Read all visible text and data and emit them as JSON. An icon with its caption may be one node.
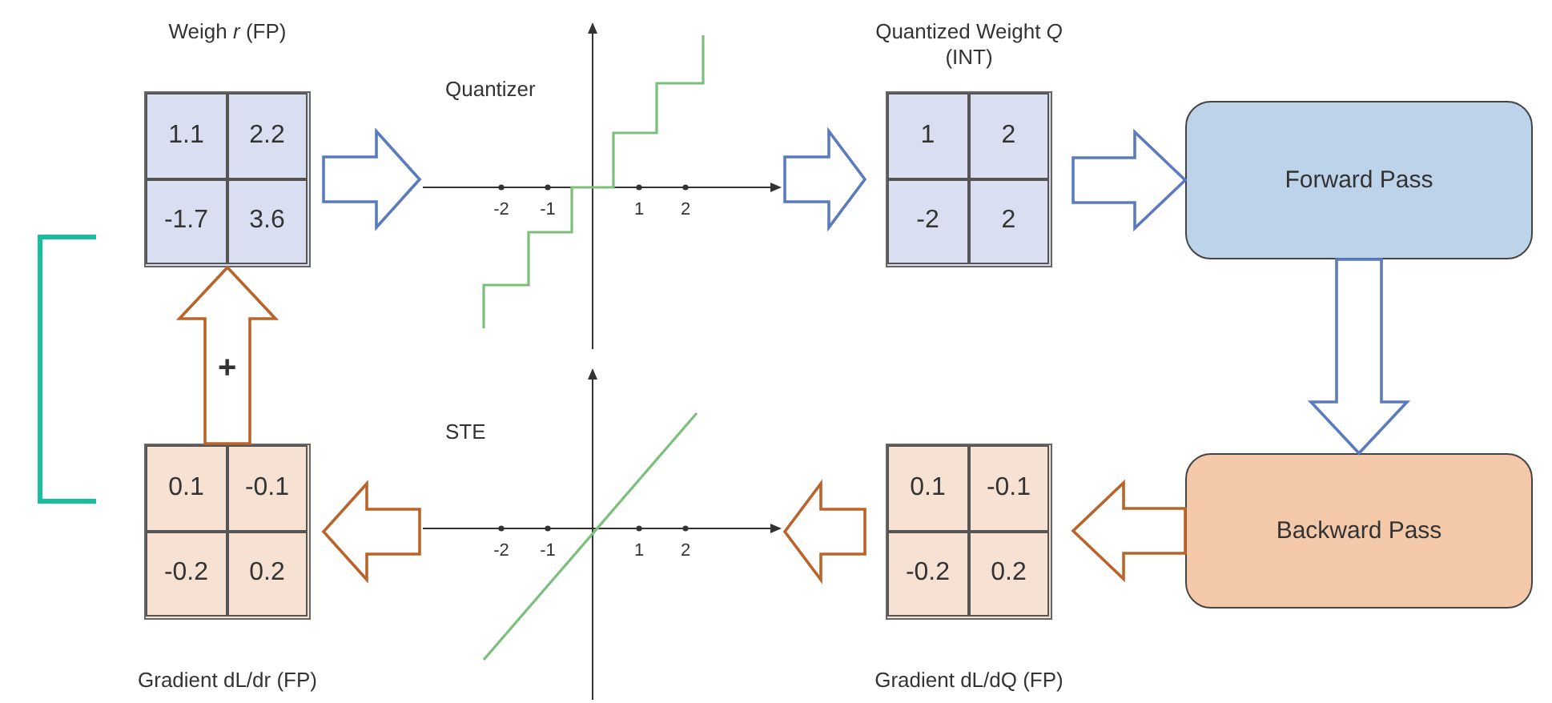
{
  "diagram": {
    "nodes": [
      {
        "text": [
          "Weigh *r* (FP)",
          "1.1",
          "2.2",
          "-1.7",
          "3.6"
        ]
      },
      {
        "text": [
          "Quantizer",
          "-2",
          "-1",
          "1",
          "2"
        ]
      },
      {
        "text": [
          "Quantized Weight *Q* (INT)",
          "1",
          "2",
          "-2",
          "2"
        ]
      },
      {
        "text": [
          "Forward Pass"
        ]
      },
      {
        "text": [
          "Backward Pass"
        ]
      },
      {
        "text": [
          "0.1",
          "-0.1",
          "-0.2",
          "0.2",
          "Gradient dL/dQ (FP)"
        ]
      },
      {
        "text": [
          "STE",
          "-2",
          "-1",
          "1",
          "2"
        ]
      },
      {
        "text": [
          "0.1",
          "-0.1",
          "-0.2",
          "0.2",
          "Gradient dL/dr (FP)"
        ]
      }
    ],
    "edges": [
      {
        "from": 0,
        "to": 1,
        "arrow": "to"
      },
      {
        "from": 1,
        "to": 2,
        "arrow": "to"
      },
      {
        "from": 2,
        "to": 3,
        "arrow": "to"
      },
      {
        "from": 3,
        "to": 4,
        "arrow": "to"
      },
      {
        "from": 4,
        "to": 5,
        "arrow": "to",
        "color": "#b8642a"
      },
      {
        "from": 5,
        "to": 6,
        "arrow": "to",
        "color": "#b8642a"
      },
      {
        "from": 6,
        "to": 7,
        "arrow": "to",
        "color": "#b8642a"
      },
      {
        "from": 7,
        "to": 0,
        "arrow": "to",
        "label": "+",
        "color": "#b8642a"
      }
    ]
  }
}
